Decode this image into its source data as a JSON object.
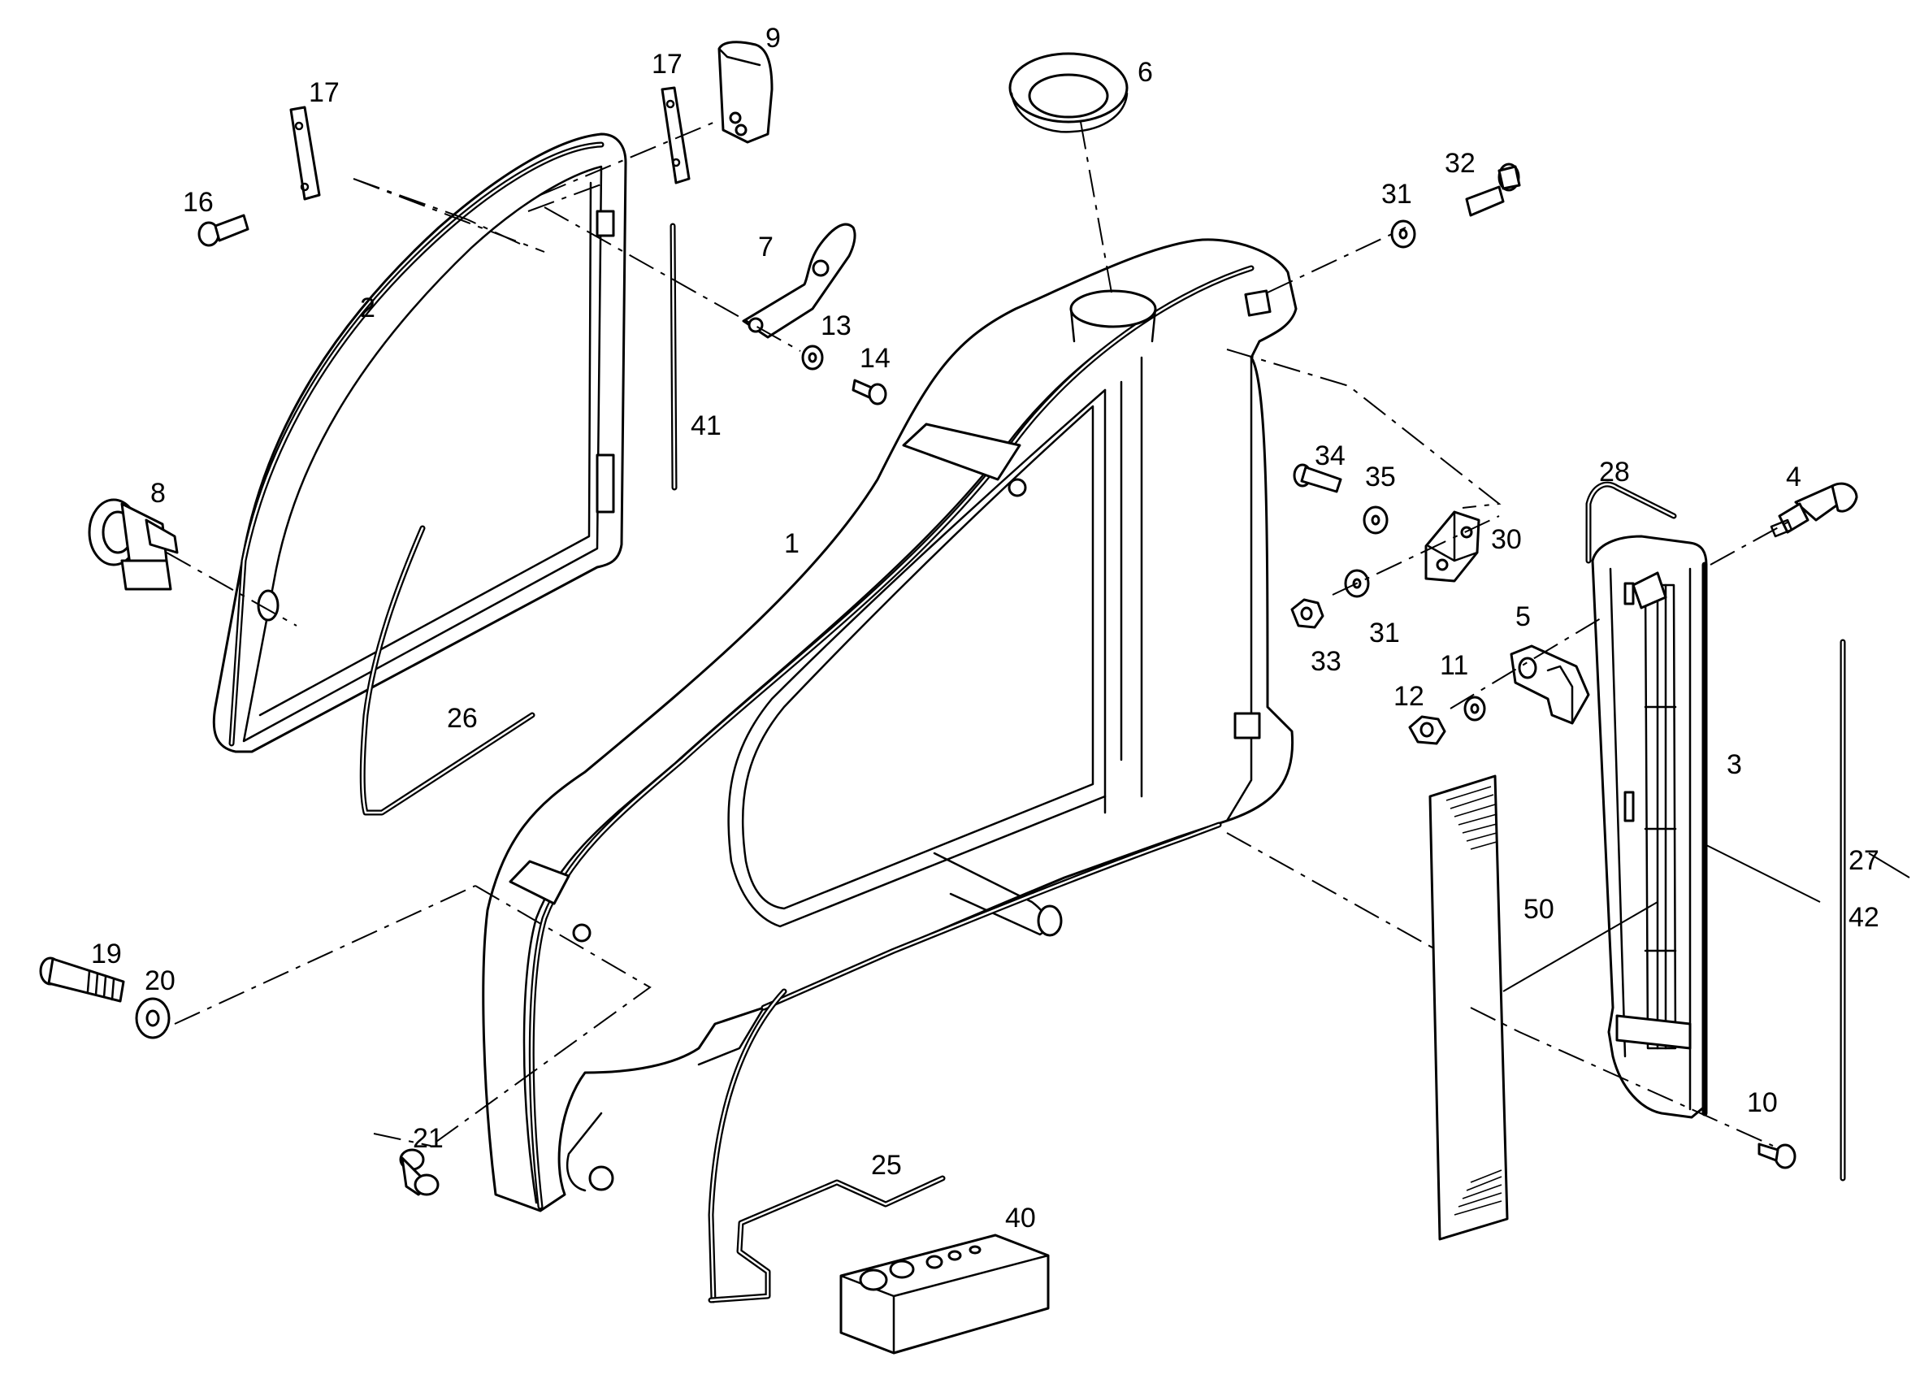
{
  "callouts": {
    "c1": "1",
    "c2": "2",
    "c3": "3",
    "c4": "4",
    "c5": "5",
    "c6": "6",
    "c7": "7",
    "c8": "8",
    "c9": "9",
    "c10": "10",
    "c11": "11",
    "c12": "12",
    "c13": "13",
    "c14": "14",
    "c16": "16",
    "c17a": "17",
    "c17b": "17",
    "c19": "19",
    "c20": "20",
    "c21": "21",
    "c25": "25",
    "c26": "26",
    "c27": "27",
    "c28": "28",
    "c30": "30",
    "c31a": "31",
    "c31b": "31",
    "c32": "32",
    "c33": "33",
    "c34": "34",
    "c35": "35",
    "c40": "40",
    "c41": "41",
    "c42": "42",
    "c50": "50"
  }
}
